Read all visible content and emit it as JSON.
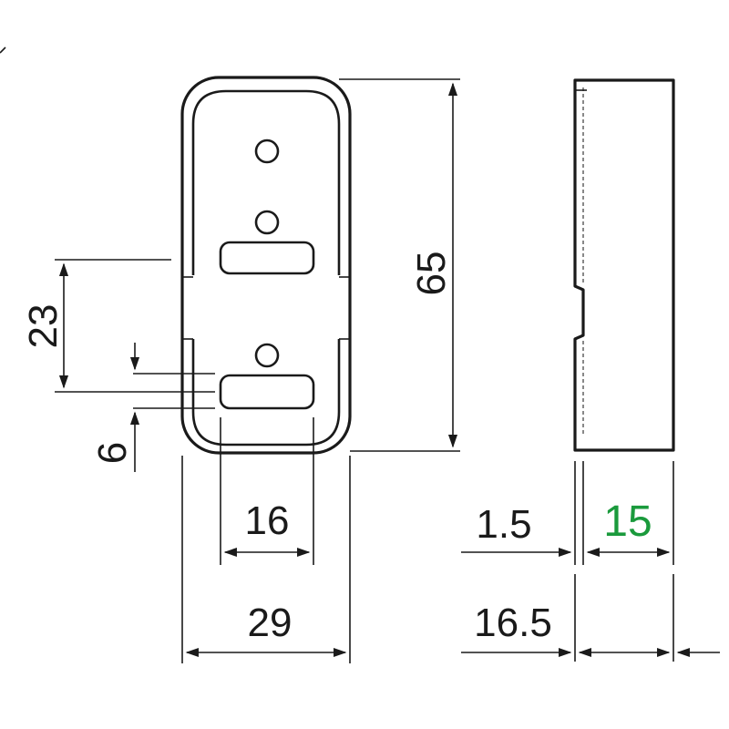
{
  "dimensions": {
    "height": "65",
    "hole_spacing": "23",
    "slot_height": "6",
    "slot_width": "16",
    "width": "29",
    "wall": "1.5",
    "depth": "15",
    "total_depth": "16.5"
  },
  "colors": {
    "line": "#1a1a1a",
    "highlight": "#1a9a3c"
  }
}
